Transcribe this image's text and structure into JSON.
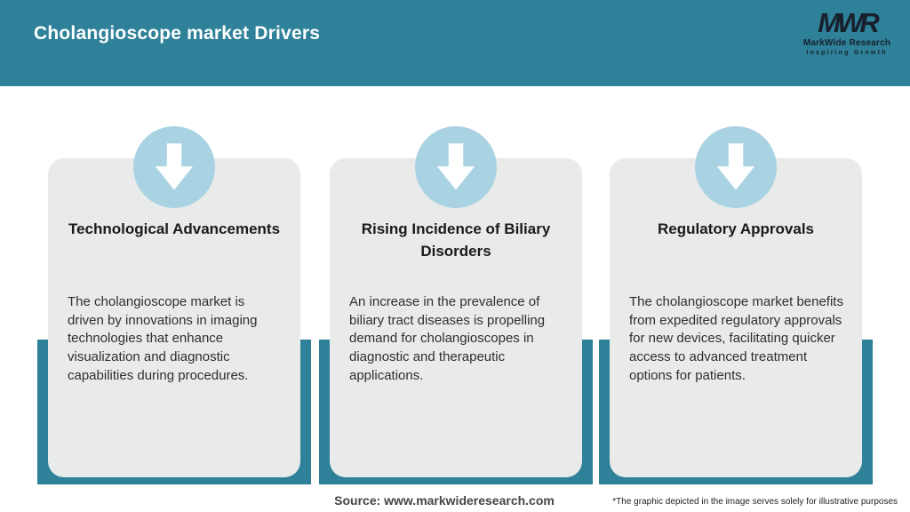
{
  "page": {
    "title": "Cholangioscope market Drivers",
    "source_label": "Source: www.markwideresearch.com",
    "disclaimer": "*The graphic depicted in the image serves solely for illustrative purposes"
  },
  "logo": {
    "monogram": "MWR",
    "name": "MarkWide Research",
    "tagline": "Inspiring Growth"
  },
  "cards": [
    {
      "icon": "arrow-down-icon",
      "title": "Technological Advancements",
      "description": "The cholangioscope market is driven by innovations in imaging technologies that enhance visualization and diagnostic capabilities during procedures."
    },
    {
      "icon": "arrow-down-icon",
      "title": "Rising Incidence of Biliary Disorders",
      "description": "An increase in the prevalence of biliary tract diseases is propelling demand for cholangioscopes in diagnostic and therapeutic applications."
    },
    {
      "icon": "arrow-down-icon",
      "title": "Regulatory Approvals",
      "description": "The cholangioscope market benefits from expedited regulatory approvals for new devices, facilitating quicker access to advanced treatment options for patients."
    }
  ],
  "colors": {
    "header_teal": "#2E8198",
    "band_teal": "#2E8198",
    "card_gray": "#E8EBEA",
    "circle_blue": "#A9D3E2",
    "title_text": "#1A1A1A",
    "body_text": "#2F2F2F",
    "logo_navy": "#17202C",
    "header_text": "#FFFFFF"
  }
}
